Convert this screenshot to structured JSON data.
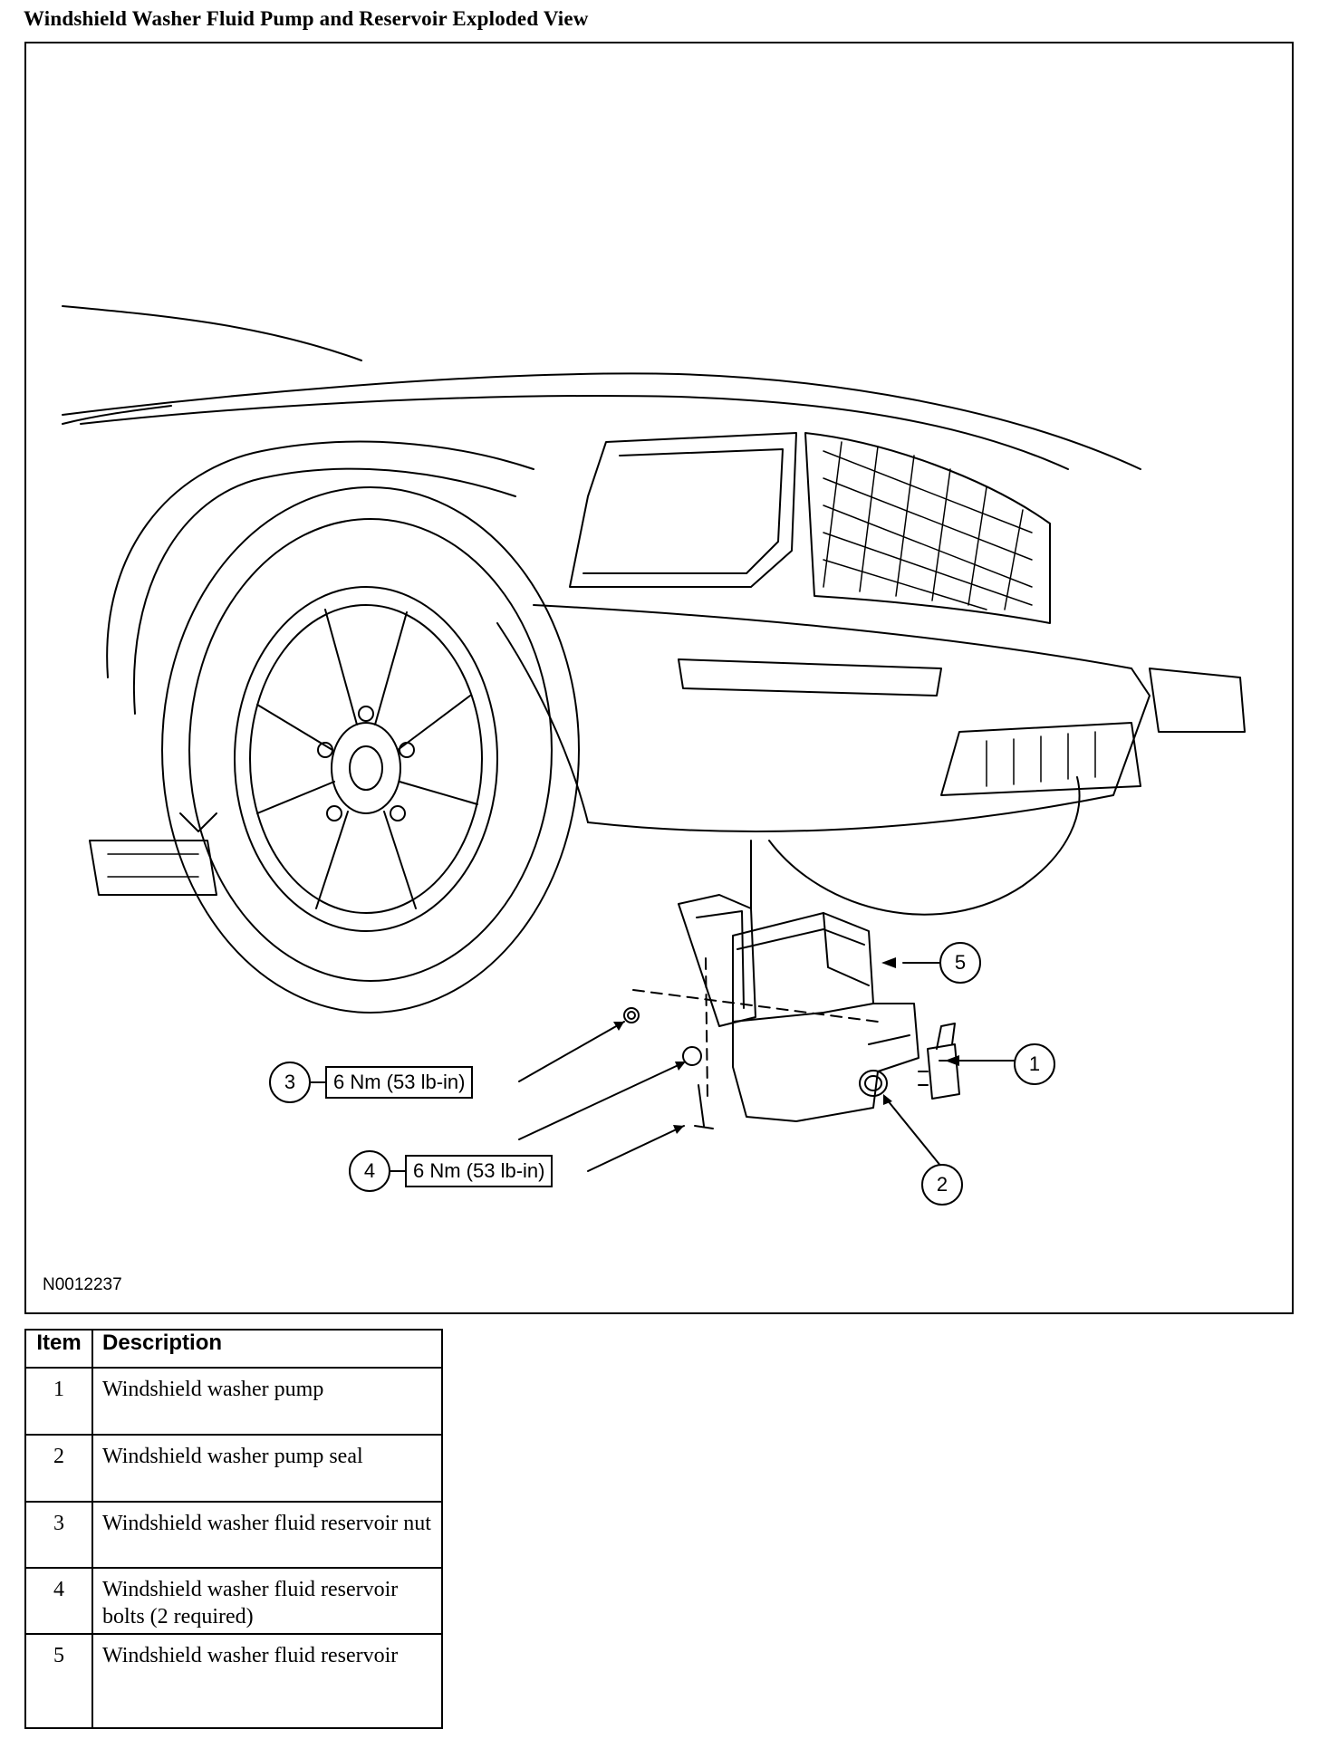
{
  "page": {
    "title": "Windshield Washer Fluid Pump and Reservoir Exploded View"
  },
  "figure": {
    "id": "N0012237",
    "callouts": {
      "c1": "1",
      "c2": "2",
      "c3": "3",
      "c4": "4",
      "c5": "5"
    },
    "torques": {
      "t3": "6 Nm (53 lb-in)",
      "t4": "6 Nm (53 lb-in)"
    }
  },
  "legend": {
    "headers": {
      "item": "Item",
      "description": "Description"
    },
    "rows": [
      {
        "item": "1",
        "description": "Windshield washer pump"
      },
      {
        "item": "2",
        "description": "Windshield washer pump seal"
      },
      {
        "item": "3",
        "description": "Windshield washer fluid reservoir nut"
      },
      {
        "item": "4",
        "description": "Windshield washer fluid reservoir bolts (2 required)"
      },
      {
        "item": "5",
        "description": "Windshield washer fluid reservoir"
      }
    ]
  }
}
